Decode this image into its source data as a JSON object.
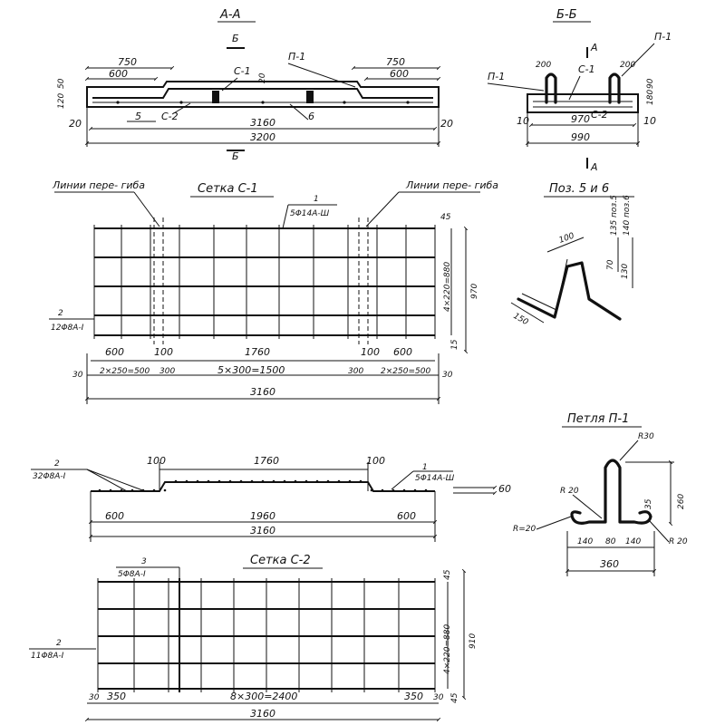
{
  "section_aa": {
    "title": "А-А",
    "cut_marker": "Б",
    "cut_marker_bottom": "Б",
    "dim_750_left": "750",
    "dim_600_left": "600",
    "dim_750_right": "750",
    "dim_600_right": "600",
    "loop_label": "П-1",
    "mesh_c1": "С-1",
    "mesh_c2": "С-2",
    "dim_20_top": "20",
    "dim_120": "120",
    "dim_50": "50",
    "dim_20_left": "20",
    "dim_20_right": "20",
    "pos_5": "5",
    "pos_6": "6",
    "dim_3160": "3160",
    "dim_3200": "3200"
  },
  "section_bb": {
    "title": "Б-Б",
    "cut_marker": "А",
    "cut_marker_bottom": "А",
    "loop_left": "П-1",
    "loop_right": "П-1",
    "dim_200_left": "200",
    "dim_200_right": "200",
    "mesh_c1": "С-1",
    "mesh_c2": "С-2",
    "dim_180": "180",
    "dim_90": "90",
    "dim_10_left": "10",
    "dim_10_right": "10",
    "dim_970": "970",
    "dim_990": "990"
  },
  "mesh_c1": {
    "title": "Сетка  С-1",
    "bend_left": "Линии пере-\nгиба",
    "bend_right": "Линии пере-\nгиба",
    "pos1_num": "1",
    "pos1_spec": "5Φ14А-Ш",
    "pos2_num": "2",
    "pos2_spec": "12Φ8А-I",
    "dim_45": "45",
    "dim_4x220": "4×220=880",
    "dim_970": "970",
    "dim_15": "15",
    "dim_600_left": "600",
    "dim_100_left": "100",
    "dim_1760": "1760",
    "dim_100_right": "100",
    "dim_600_right": "600",
    "dim_30_left": "30",
    "dim_2x250_left": "2×250=500",
    "dim_300_left": "300",
    "dim_5x300": "5×300=1500",
    "dim_300_right": "300",
    "dim_2x250_right": "2×250=500",
    "dim_30_right": "30",
    "dim_3160": "3160"
  },
  "pos_5_6": {
    "title": "Поз. 5 и 6",
    "dim_100": "100",
    "dim_70": "70",
    "dim_130": "130",
    "dim_150": "150",
    "note_1": "135 поз.5",
    "note_2": "140 поз.6"
  },
  "mesh_c1_side": {
    "pos2_num": "2",
    "pos2_spec": "32Φ8А-I",
    "pos1_num": "1",
    "pos1_spec": "5Φ14А-Ш",
    "dim_100_left": "100",
    "dim_1760": "1760",
    "dim_100_right": "100",
    "dim_60": "60",
    "dim_600_left": "600",
    "dim_1960": "1960",
    "dim_600_right": "600",
    "dim_3160": "3160"
  },
  "loop_p1": {
    "title": "Петля  П-1",
    "r30": "R30",
    "r20_a": "R 20",
    "r20_b": "R=20",
    "r20_c": "R 20",
    "dim_35": "35",
    "dim_260": "260",
    "dim_140_left": "140",
    "dim_80": "80",
    "dim_140_right": "140",
    "dim_360": "360"
  },
  "mesh_c2": {
    "title": "Сетка  С-2",
    "pos3_num": "3",
    "pos3_spec": "5Φ8А-I",
    "pos2_num": "2",
    "pos2_spec": "11Φ8А-I",
    "dim_45_top": "45",
    "dim_4x220": "4×220=880",
    "dim_910": "910",
    "dim_45_bottom": "45",
    "dim_30_left": "30",
    "dim_350_left": "350",
    "dim_8x300": "8×300=2400",
    "dim_350_right": "350",
    "dim_30_right": "30",
    "dim_3160": "3160"
  }
}
